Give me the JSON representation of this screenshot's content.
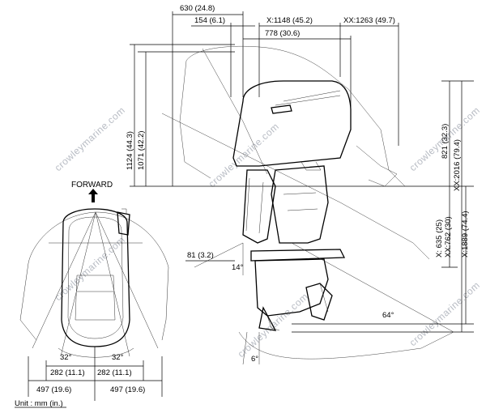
{
  "diagram": {
    "top_dims": {
      "d630": "630 (24.8)",
      "d154": "154 (6.1)",
      "x1148": "X:1148 (45.2)",
      "xx1263": "XX:1263 (49.7)",
      "d778": "778 (30.6)"
    },
    "left_dims": {
      "d1124": "1124 (44.3)",
      "d1071": "1071 (42.2)"
    },
    "right_dims": {
      "d821": "821 (32.3)",
      "xx2016": "XX:2016 (79.4)",
      "x635": "X: 635 (25)",
      "xx762": "XX:762 (30)",
      "x1889": "X:1889 (74.4)"
    },
    "angles": {
      "a14": "14°",
      "a64": "64°",
      "a6": "6°",
      "a32l": "32°",
      "a32r": "32°"
    },
    "other_dims": {
      "d81": "81 (3.2)",
      "d282l": "282 (11.1)",
      "d282r": "282 (11.1)",
      "d497l": "497 (19.6)",
      "d497r": "497 (19.6)"
    },
    "forward_label": "FORWARD",
    "unit_label": "Unit : mm (in.)",
    "watermark": "crowleymarine.com"
  }
}
